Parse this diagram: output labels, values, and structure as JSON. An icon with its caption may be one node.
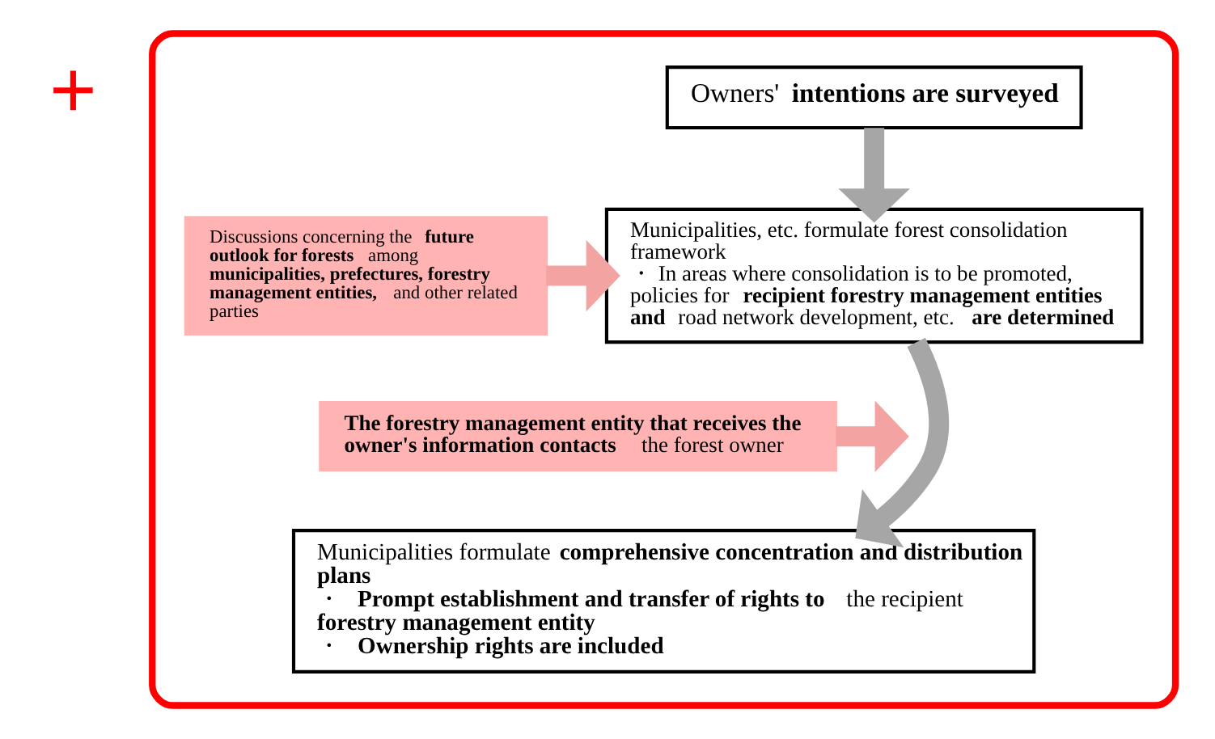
{
  "diagram": {
    "nodes": [
      {
        "text": [],
        "shape": "box"
      },
      {
        "text": [
          "Owners' **intentions are surveyed**"
        ],
        "in": 0
      },
      {
        "text": [
          "Municipalities, etc. formulate forest consolidation framework",
          "・ In areas where consolidation is to be promoted, policies for **recipient forestry management entities and** road network development, etc. **are determined**"
        ],
        "in": 0
      },
      {
        "text": [
          "Discussions concerning the **future outlook for forests** among **municipalities, prefectures, forestry management entities,** and other related parties"
        ],
        "in": 0
      },
      {
        "text": [
          "**The forestry management entity that receives the owner's information contacts** the forest owner"
        ],
        "in": 0
      },
      {
        "text": [
          "Municipalities formulate **comprehensive concentration and distribution plans**",
          "・ **Prompt establishment and transfer of rights to** the recipient **forestry management entity**",
          "・ **Ownership rights are included**"
        ],
        "in": 0
      }
    ],
    "edges": [
      {
        "from": 1,
        "to": 2,
        "arrow": "to",
        "color": "#a6a6a6"
      },
      {
        "from": 3,
        "to": 2,
        "arrow": "to",
        "color": "#f4a3a3"
      },
      {
        "from": 2,
        "to": 5,
        "arrow": "to",
        "color": "#a6a6a6"
      },
      {
        "from": 4,
        "to": null,
        "arrow": "to",
        "color": "#f4a3a3"
      }
    ],
    "labels": [
      "+"
    ]
  }
}
